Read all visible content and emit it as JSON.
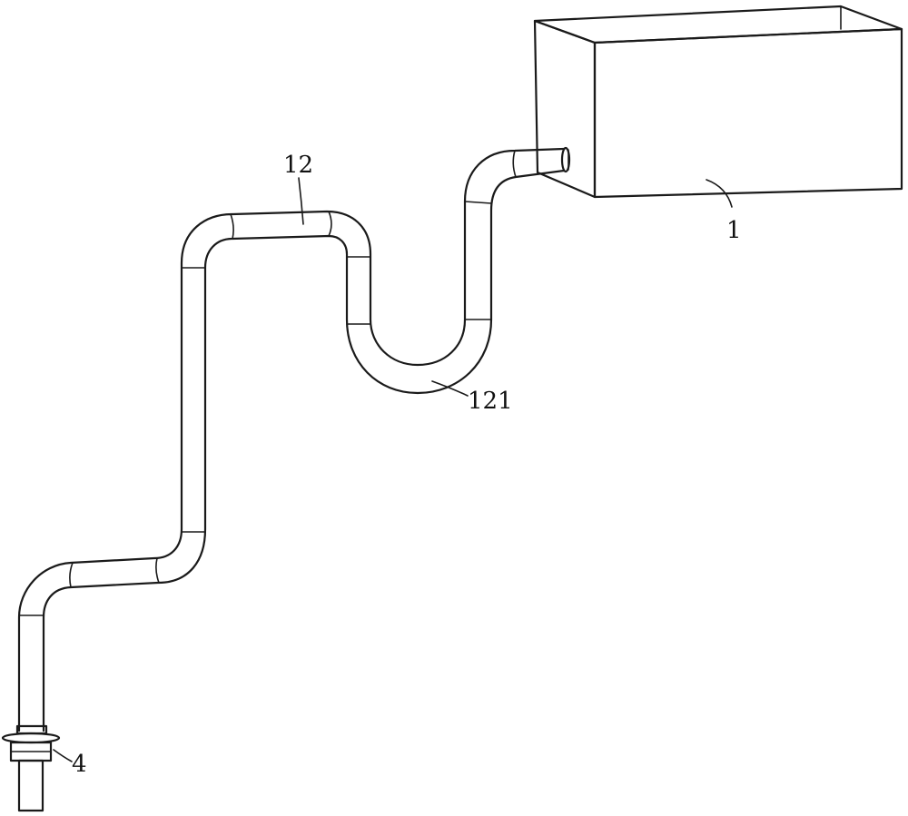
{
  "figure": {
    "labels": {
      "tank": "1",
      "pipe": "12",
      "u_bend": "121",
      "outlet_fitting": "4"
    }
  },
  "colors": {
    "line": "#1a1a1a",
    "background": "#ffffff"
  }
}
